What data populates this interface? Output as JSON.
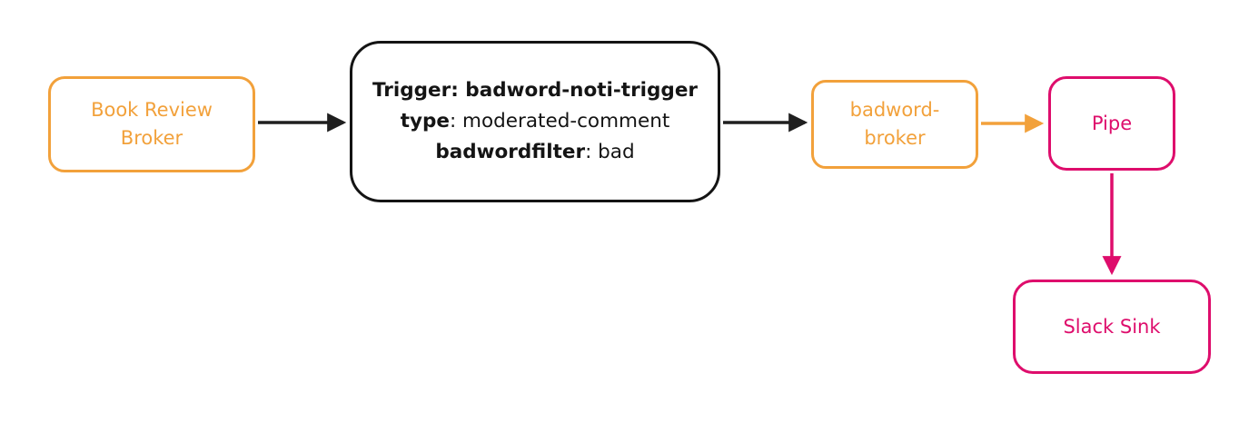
{
  "page": {
    "background": "#FFFFFF"
  },
  "colors": {
    "orange": "#F2A13B",
    "pink": "#DE0D6C",
    "black": "#1A1A1A"
  },
  "nodes": {
    "book_review_broker": {
      "lines": [
        "Book Review",
        "Broker"
      ],
      "color": "#F2A13B"
    },
    "trigger_filter": {
      "line1": "Trigger: badword-noti-trigger",
      "line2_key": "type",
      "line2_value": ": moderated-comment",
      "line3_key": "badwordfilter",
      "line3_value": ": bad",
      "color": "#1A1A1A"
    },
    "badword_broker": {
      "lines": [
        "badword-",
        "broker"
      ],
      "color": "#F2A13B"
    },
    "pipe": {
      "label": "Pipe",
      "color": "#DE0D6C"
    },
    "slack_sink": {
      "label": "Slack Sink",
      "color": "#DE0D6C"
    }
  },
  "edges": [
    {
      "from": "book_review_broker",
      "to": "trigger_filter",
      "color": "#1F1F1F"
    },
    {
      "from": "trigger_filter",
      "to": "badword_broker",
      "color": "#1F1F1F"
    },
    {
      "from": "badword_broker",
      "to": "pipe",
      "color": "#F2A13B"
    },
    {
      "from": "pipe",
      "to": "slack_sink",
      "color": "#DE0D6C"
    }
  ]
}
